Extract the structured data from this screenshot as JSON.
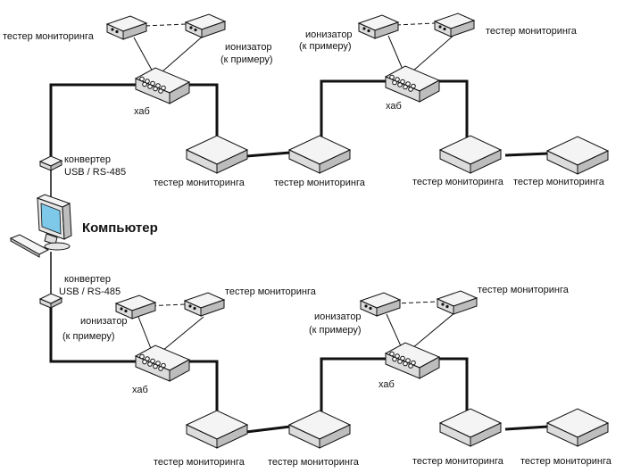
{
  "colors": {
    "line": "#111111",
    "box_top": "#f4f4f4",
    "box_side": "#bdbdbd",
    "box_front": "#dcdcdc",
    "screen": "#7ec8ea"
  },
  "icons": {
    "computer": "computer-icon",
    "converter": "converter-icon",
    "hub": "hub-icon",
    "device": "device-icon"
  },
  "labels": {
    "computer": "Компьютер",
    "hub": "хаб",
    "tester": "тестер мониторинга",
    "ionizer_line1": "ионизатор",
    "ionizer_line2": "(к примеру)",
    "converter_line1": "конвертер",
    "converter_line2": "USB / RS-485"
  }
}
